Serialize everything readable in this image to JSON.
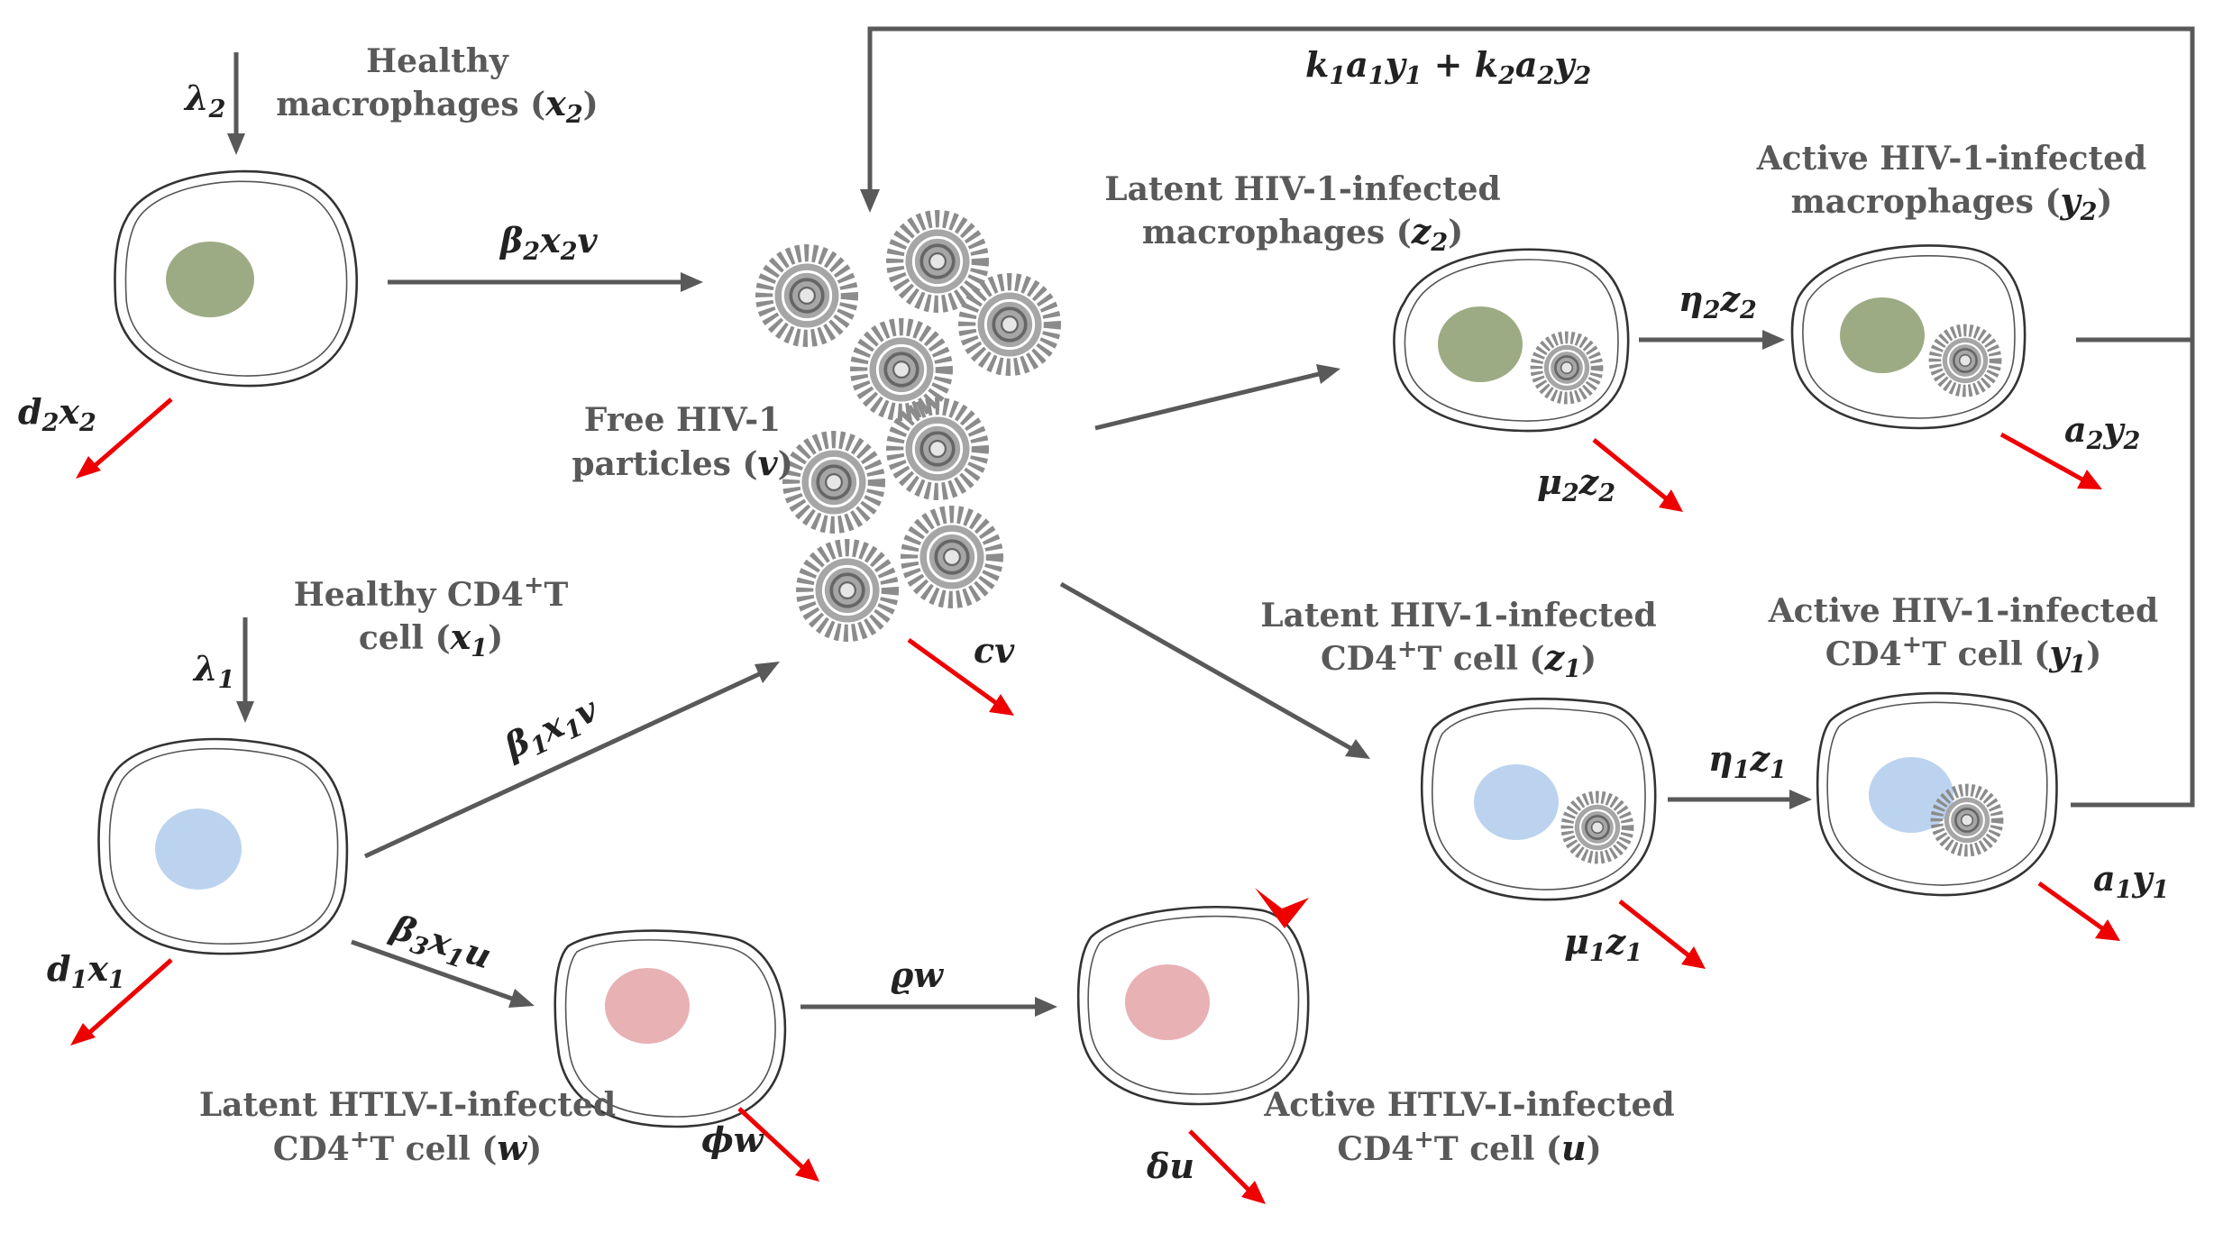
{
  "colors": {
    "macrophage_nucleus": "#9cab84",
    "cd4_nucleus": "#bcd3ef",
    "htlv_nucleus": "#e8b1b4",
    "flow_arrow": "#595959",
    "decay_arrow": "#ee0000",
    "virion": "#8c8c8c"
  },
  "icons": {
    "virion": "hiv-virion-icon",
    "cell": "cell-icon"
  },
  "compartments": {
    "healthy_macrophages": {
      "line1": "Healthy",
      "line2": "macrophages (",
      "var": "x",
      "sub": "2",
      "close": ")"
    },
    "free_hiv": {
      "line1": "Free HIV-1",
      "line2": "particles (",
      "var": "v",
      "close": ")"
    },
    "latent_hiv_macrophages": {
      "line1": "Latent HIV-1-infected",
      "line2": "macrophages (",
      "var": "z",
      "sub": "2",
      "close": ")"
    },
    "active_hiv_macrophages": {
      "line1": "Active HIV-1-infected",
      "line2": "macrophages (",
      "var": "y",
      "sub": "2",
      "close": ")"
    },
    "healthy_cd4": {
      "line1": "Healthy CD4",
      "line1_sup": "+",
      "line1_tail": "T",
      "line2": "cell (",
      "var": "x",
      "sub": "1",
      "close": ")"
    },
    "latent_hiv_cd4": {
      "line1": "Latent HIV-1-infected",
      "line2": "CD4",
      "line2_sup": "+",
      "line2_tail": "T cell (",
      "var": "z",
      "sub": "1",
      "close": ")"
    },
    "active_hiv_cd4": {
      "line1": "Active HIV-1-infected",
      "line2": "CD4",
      "line2_sup": "+",
      "line2_tail": "T cell (",
      "var": "y",
      "sub": "1",
      "close": ")"
    },
    "latent_htlv": {
      "line1": "Latent HTLV-I-infected",
      "line2": "CD4",
      "line2_sup": "+",
      "line2_tail": "T cell (",
      "var": "w",
      "close": ")"
    },
    "active_htlv": {
      "line1": "Active HTLV-I-infected",
      "line2": "CD4",
      "line2_sup": "+",
      "line2_tail": "T cell (",
      "var": "u",
      "close": ")"
    }
  },
  "rates": {
    "lambda2": {
      "main": "λ",
      "sub": "2"
    },
    "lambda1": {
      "main": "λ",
      "sub": "1"
    },
    "beta2": {
      "p1": "β",
      "s1": "2",
      "p2": "x",
      "s2": "2",
      "p3": "v"
    },
    "beta1": {
      "p1": "β",
      "s1": "1",
      "p2": "x",
      "s2": "1",
      "p3": "v"
    },
    "beta3": {
      "p1": "β",
      "s1": "3",
      "p2": "x",
      "s2": "1",
      "p3": "u"
    },
    "eta2": {
      "p1": "η",
      "s1": "2",
      "p2": "z",
      "s2": "2"
    },
    "eta1": {
      "p1": "η",
      "s1": "1",
      "p2": "z",
      "s2": "1"
    },
    "rho": {
      "text": "ϱw"
    },
    "production": {
      "k1": "k",
      "k1s": "1",
      "a1": "a",
      "a1s": "1",
      "y1": "y",
      "y1s": "1",
      "plus": " + ",
      "k2": "k",
      "k2s": "2",
      "a2": "a",
      "a2s": "2",
      "y2": "y",
      "y2s": "2"
    },
    "d2": {
      "p1": "d",
      "s1": "2",
      "p2": "x",
      "s2": "2"
    },
    "d1": {
      "p1": "d",
      "s1": "1",
      "p2": "x",
      "s2": "1"
    },
    "mu2": {
      "p1": "μ",
      "s1": "2",
      "p2": "z",
      "s2": "2"
    },
    "mu1": {
      "p1": "μ",
      "s1": "1",
      "p2": "z",
      "s2": "1"
    },
    "a2y2": {
      "p1": "a",
      "s1": "2",
      "p2": "y",
      "s2": "2"
    },
    "a1y1": {
      "p1": "a",
      "s1": "1",
      "p2": "y",
      "s2": "1"
    },
    "cv": {
      "text": "cv"
    },
    "phiw": {
      "text": "ϕw"
    },
    "deltau": {
      "text": "δu"
    }
  }
}
